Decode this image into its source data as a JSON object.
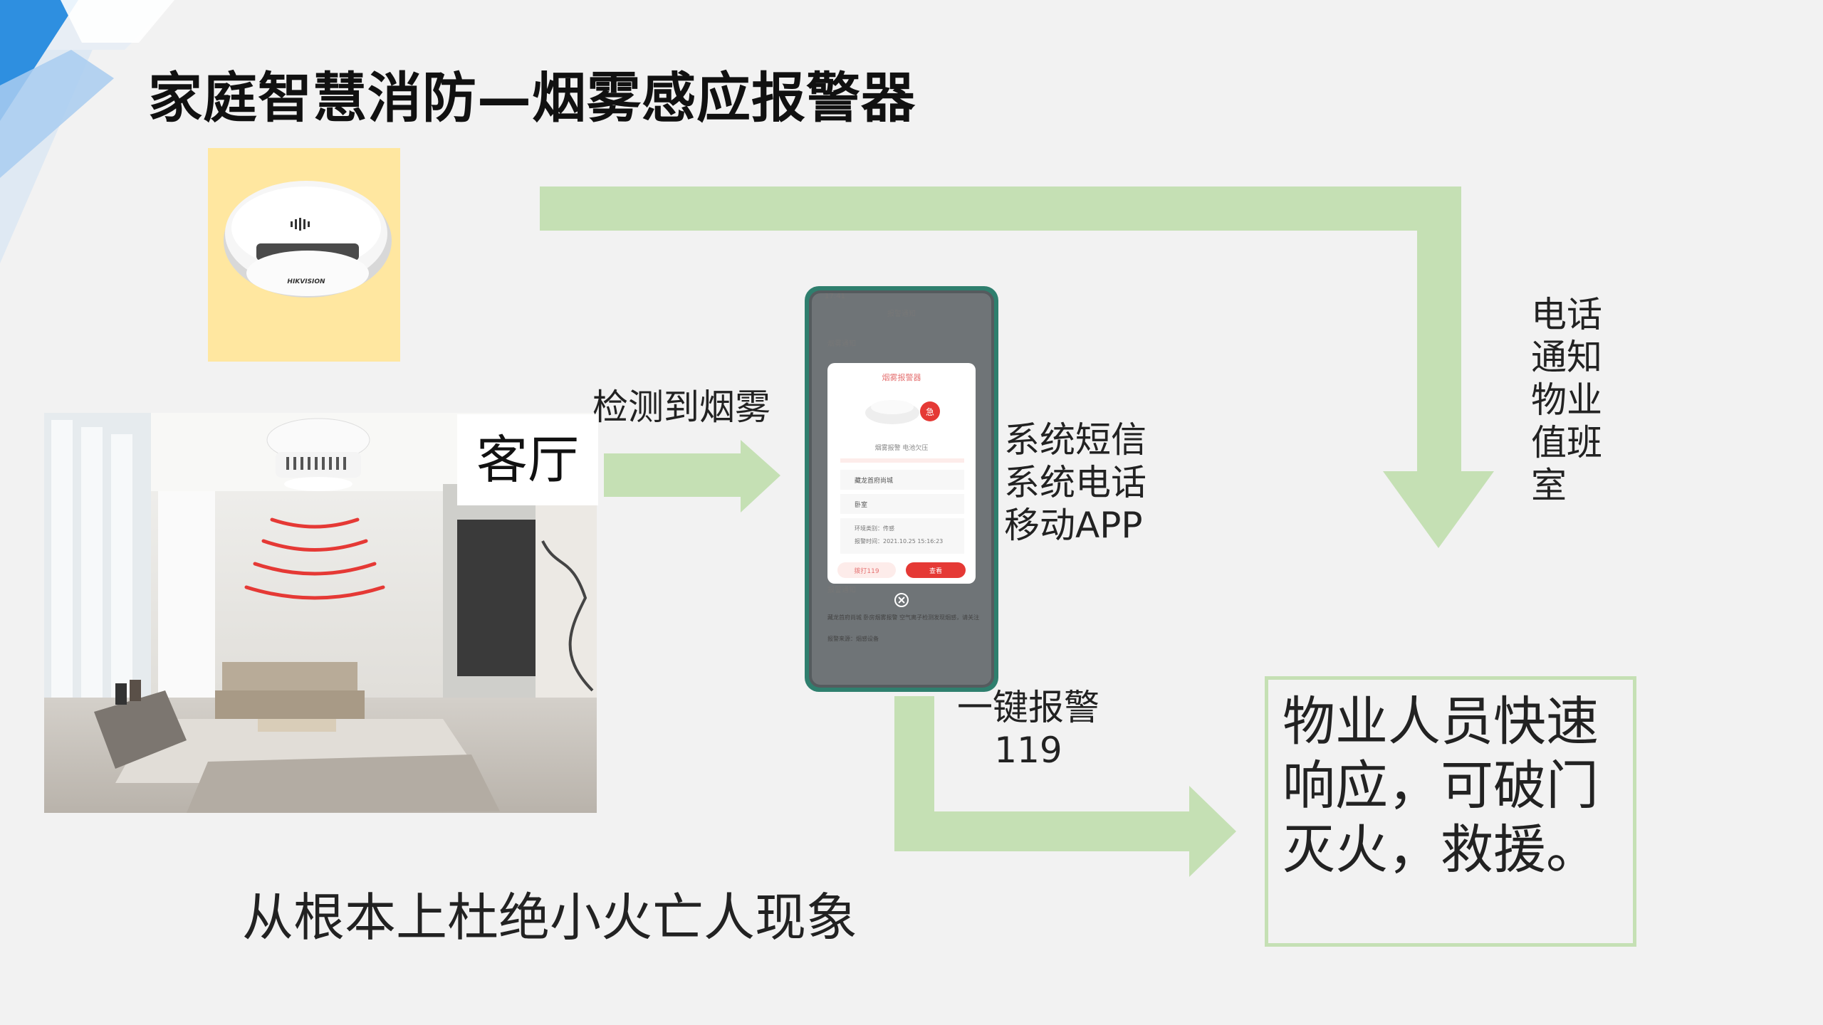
{
  "title": "家庭智慧消防—烟雾感应报警器",
  "product_image": {
    "brand": "HIKVISION"
  },
  "room_image": {
    "tag": "客厅"
  },
  "flows": {
    "detect_label": "检测到烟雾",
    "notify_channels": [
      "系统短信",
      "系统电话",
      "移动APP"
    ],
    "phone_label": "电话通知物业值班室",
    "one_key_label": [
      "一键报警",
      "119"
    ]
  },
  "phone_screen": {
    "status_time": "17:41",
    "header": "报警通知",
    "dialog_title": "烟雾报警器",
    "dialog_badge": "急",
    "row_1": "烟雾报警  电池欠压",
    "row_2": "藏龙首府尚城",
    "row_3": "卧室",
    "row_4": "环境类别：传感",
    "row_5": "报警时间：2021.10.25 15:16:23",
    "btn_left": "拨打119",
    "btn_right": "查看",
    "list_header_1": "烟雾通知",
    "list_header_2": "报警通知",
    "list_text": "藏龙首府尚城 卧房烟雾报警 空气离子检测发现烟感，请关注",
    "list_meta": "报警来源：烟感设备"
  },
  "response_box": "物业人员快速响应，可破门灭火，救援。",
  "bottom_caption": "从根本上杜绝小火亡人现象",
  "colors": {
    "arrow_fill": "#c5e0b4",
    "background": "#f2f2f2",
    "accent_blue": "#2e8fe0",
    "alarm_red": "#e53935"
  }
}
